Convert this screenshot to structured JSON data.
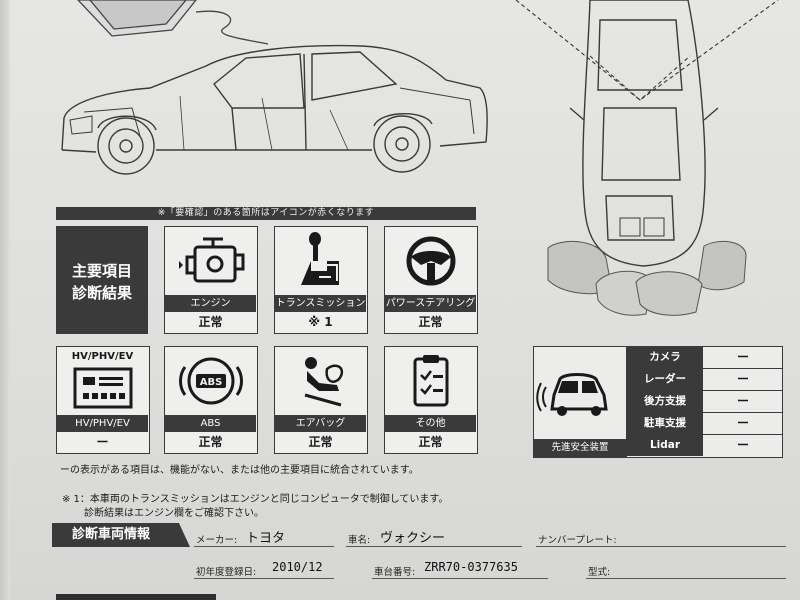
{
  "banner": {
    "text": "※「要確認」のある箇所はアイコンが赤くなります"
  },
  "main_result": {
    "line1": "主要項目",
    "line2": "診断結果"
  },
  "tiles": [
    {
      "label": "エンジン",
      "value": "正常",
      "icon": "engine-icon"
    },
    {
      "label": "トランスミッション",
      "value": "※ 1",
      "icon": "shifter-icon"
    },
    {
      "label": "パワーステアリング",
      "value": "正常",
      "icon": "steering-wheel-icon"
    },
    {
      "title": "HV/PHV/EV",
      "label": "HV/PHV/EV",
      "value": "ー",
      "icon": "battery-icon"
    },
    {
      "label": "ABS",
      "value": "正常",
      "icon": "abs-icon"
    },
    {
      "label": "エアバッグ",
      "value": "正常",
      "icon": "airbag-icon"
    },
    {
      "label": "その他",
      "value": "正常",
      "icon": "clipboard-icon"
    }
  ],
  "adas": {
    "caption": "先進安全装置",
    "icon": "car-sensor-icon",
    "rows": [
      {
        "label": "カメラ",
        "value": "ー"
      },
      {
        "label": "レーダー",
        "value": "ー"
      },
      {
        "label": "後方支援",
        "value": "ー"
      },
      {
        "label": "駐車支援",
        "value": "ー"
      },
      {
        "label": "Lidar",
        "value": "ー"
      }
    ]
  },
  "notes": {
    "dash_note": "ーの表示がある項目は、機能がない、または他の主要項目に統合されています。",
    "footnote1": "※ 1：本車両のトランスミッションはエンジンと同じコンピュータで制御しています。",
    "footnote2": "診断結果はエンジン欄をご確認下さい。"
  },
  "vehicle_info": {
    "heading": "診断車両情報",
    "maker_label": "メーカー:",
    "maker_value": "トヨタ",
    "model_label": "車名:",
    "model_value": "ヴォクシー",
    "plate_label": "ナンバープレート:",
    "plate_value": "",
    "first_reg_label": "初年度登録日:",
    "first_reg_value": "2010/12",
    "chassis_label": "車台番号:",
    "chassis_value": "ZRR70-0377635",
    "model_code_label": "型式:",
    "model_code_value": ""
  }
}
